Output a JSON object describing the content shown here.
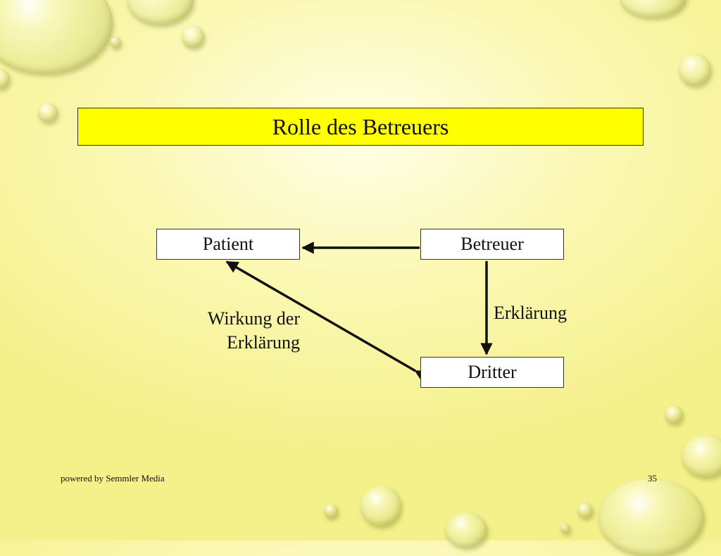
{
  "slide": {
    "title": "Rolle des Betreuers",
    "footer_left": "powered by Semmler Media",
    "page_number": "35"
  },
  "diagram": {
    "nodes": {
      "patient": "Patient",
      "betreuer": "Betreuer",
      "dritter": "Dritter"
    },
    "edges": {
      "betreuer_to_patient": "",
      "betreuer_to_dritter": "Erklärung",
      "dritter_to_patient_line1": "Wirkung der",
      "dritter_to_patient_line2": "Erklärung"
    }
  },
  "colors": {
    "title_fill": "#ffff00",
    "node_fill": "#ffffff",
    "arrow": "#111111"
  }
}
